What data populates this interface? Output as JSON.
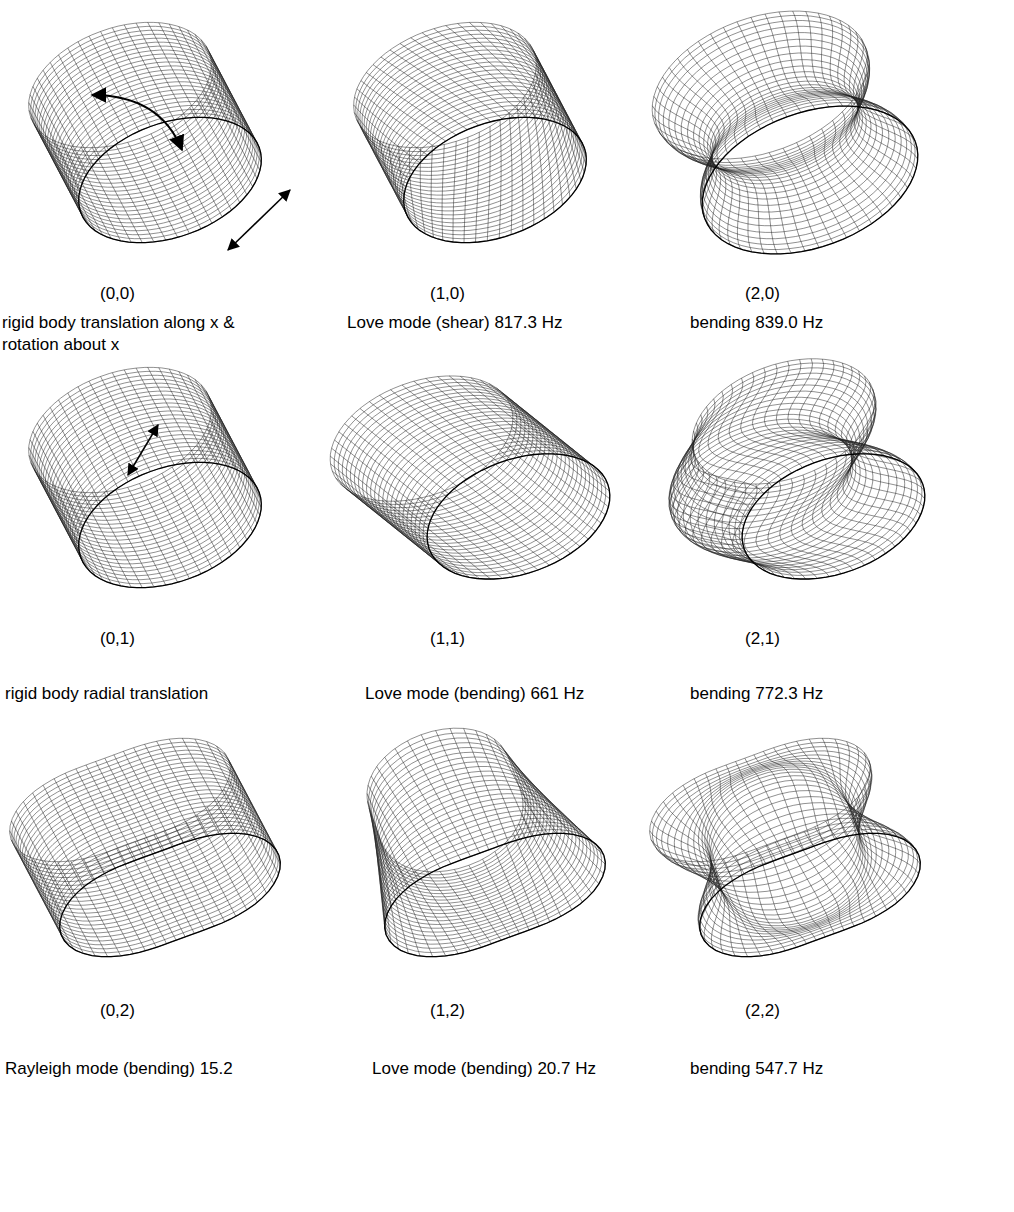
{
  "diagram": {
    "labels": [
      "(0,0)",
      "(1,0)",
      "(2,0)",
      "rigid body translation along x & rotation about x",
      "Love mode (shear) 817.3 Hz",
      "bending 839.0 Hz",
      "(0,1)",
      "(1,1)",
      "(2,1)",
      "rigid body radial translation",
      "Love mode (bending) 661 Hz",
      "bending 772.3 Hz",
      "(0,2)",
      "(1,2)",
      "(2,2)",
      "Rayleigh mode (bending) 15.2",
      "Love mode (bending) 20.7 Hz",
      "bending 547.7 Hz"
    ]
  }
}
